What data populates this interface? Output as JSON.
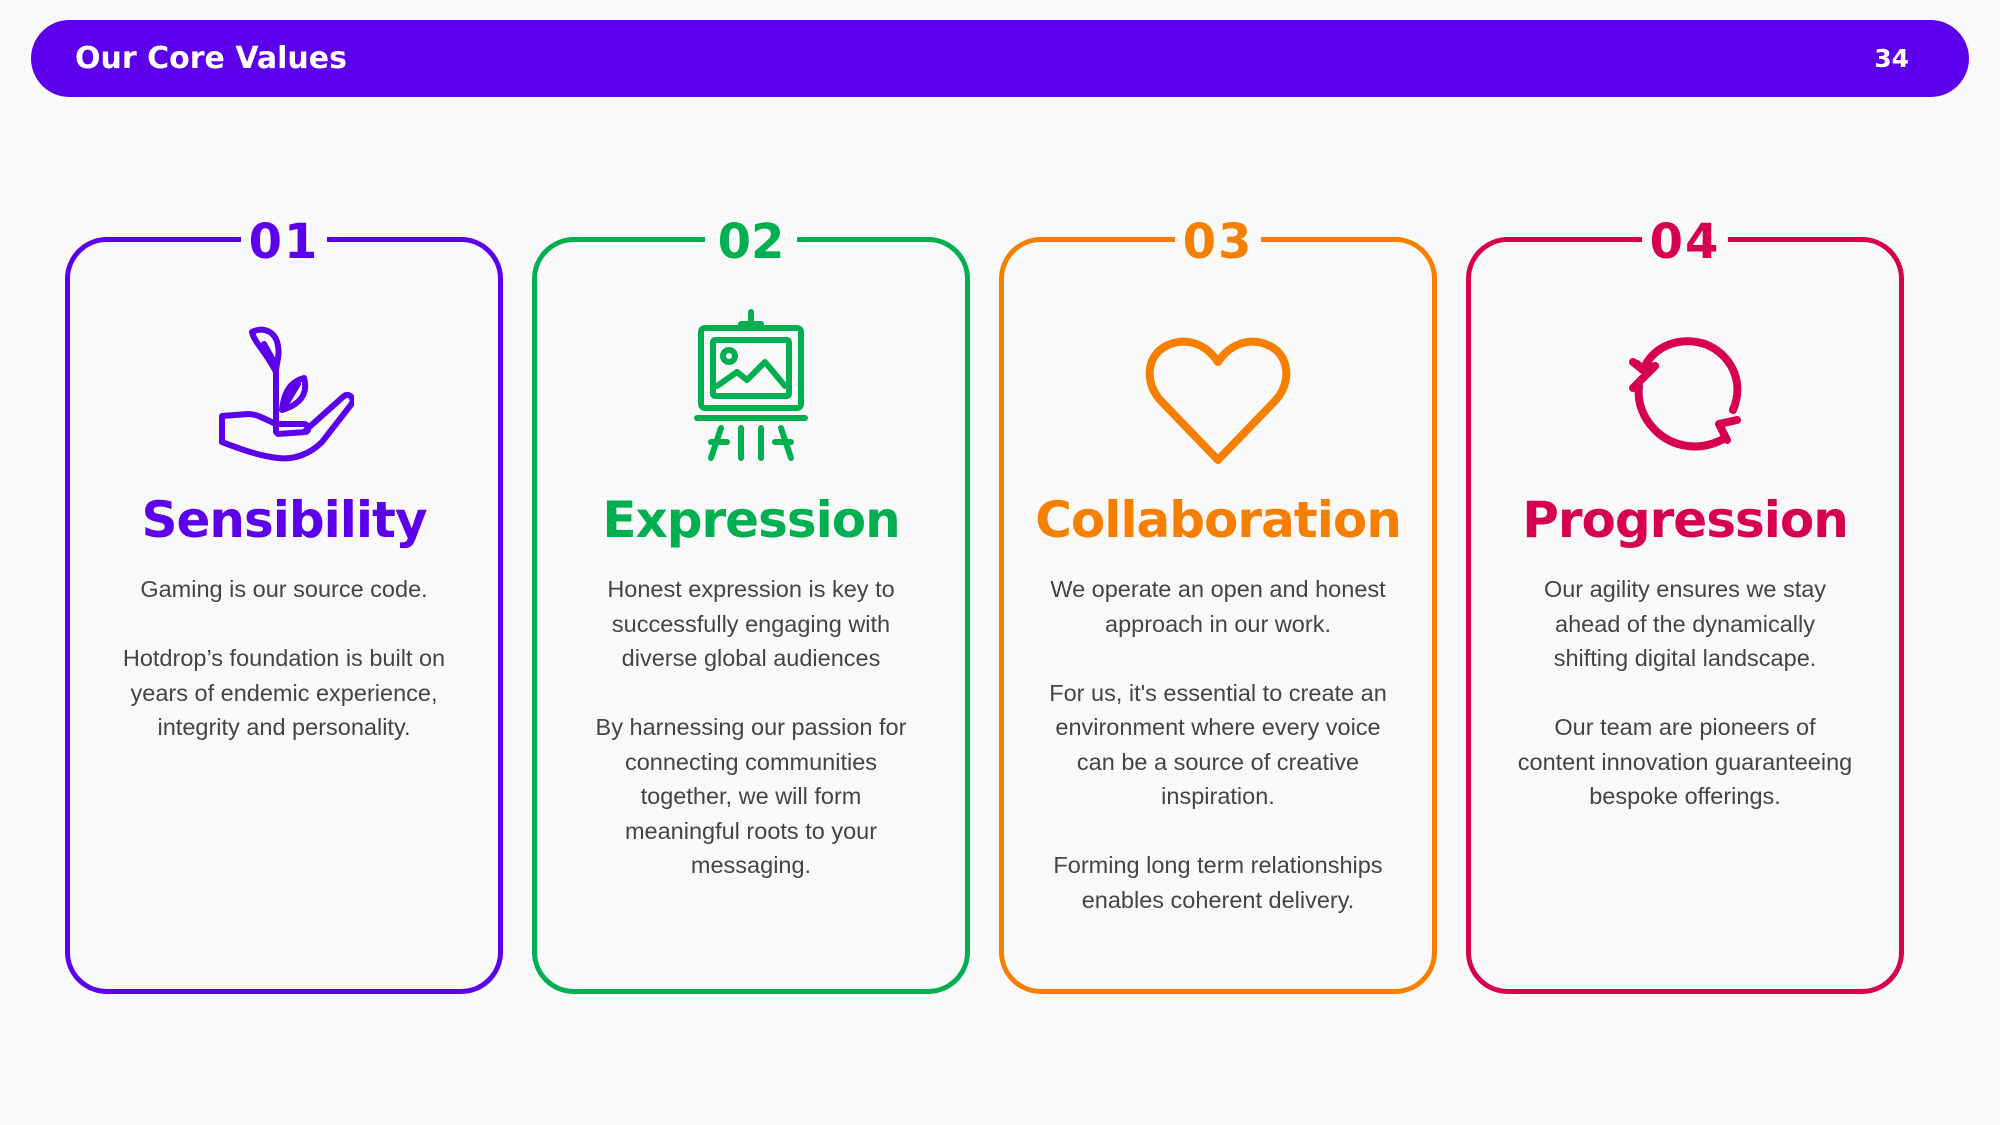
{
  "header": {
    "title": "Our Core Values",
    "page_number": "34"
  },
  "colors": {
    "header_bg": "#5c00eb",
    "sensibility": "#5c00eb",
    "expression": "#00b050",
    "collaboration": "#f77f00",
    "progression": "#d6004e",
    "body_text": "#444444"
  },
  "cards": [
    {
      "number": "01",
      "icon": "plant-in-hand-icon",
      "title": "Sensibility",
      "paragraphs": [
        "Gaming is our source code.",
        "Hotdrop’s foundation is built on years of endemic experience, integrity and personality."
      ]
    },
    {
      "number": "02",
      "icon": "easel-painting-icon",
      "title": "Expression",
      "paragraphs": [
        "Honest expression is key to successfully engaging with diverse global audiences",
        "By harnessing our passion for connecting communities together, we will form meaningful roots to your messaging."
      ]
    },
    {
      "number": "03",
      "icon": "heart-icon",
      "title": "Collaboration",
      "paragraphs": [
        "We operate an open and honest approach in our work.",
        "For us, it's essential to create an environment where every voice can be a source of creative inspiration.",
        "Forming long term relationships enables coherent delivery."
      ]
    },
    {
      "number": "04",
      "icon": "refresh-arrows-icon",
      "title": "Progression",
      "paragraphs": [
        "Our agility ensures we stay ahead of the dynamically shifting digital landscape.",
        "Our team are pioneers of content innovation guaranteeing bespoke offerings."
      ]
    }
  ]
}
